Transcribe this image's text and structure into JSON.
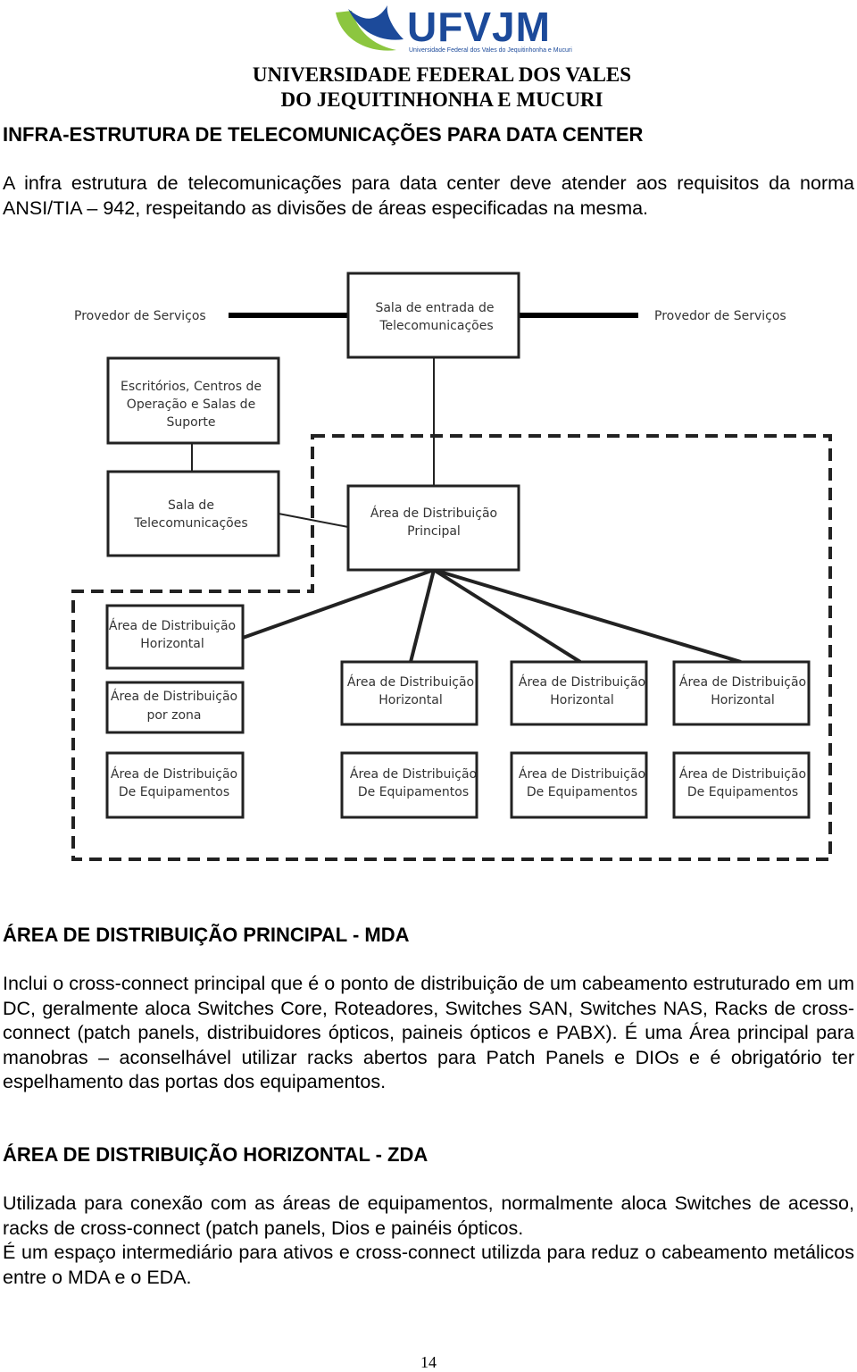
{
  "header": {
    "logo_text": "UFVJM",
    "logo_subtitle": "Universidade Federal dos Vales do Jequitinhonha e Mucuri",
    "institution_line1": "UNIVERSIDADE FEDERAL DOS VALES",
    "institution_line2": "DO JEQUITINHONHA E MUCURI",
    "colors": {
      "logo_blue": "#1c4a9a",
      "logo_green": "#8cc63f"
    }
  },
  "title": "INFRA-ESTRUTURA DE TELECOMUNICAÇÕES PARA DATA CENTER",
  "intro": "A infra estrutura de telecomunicações para data center deve atender aos requisitos da norma ANSI/TIA – 942, respeitando as divisões de áreas especificadas na mesma.",
  "diagram": {
    "provider_left": "Provedor de Serviços",
    "provider_right": "Provedor de Serviços",
    "entrance_room": [
      "Sala de entrada de",
      "Telecomunicações"
    ],
    "offices": [
      "Escritórios, Centros de",
      "Operação e Salas de",
      "Suporte"
    ],
    "telecom_room": [
      "Sala de",
      "Telecomunicações"
    ],
    "mda": [
      "Área de Distribuição",
      "Principal"
    ],
    "hda_left": [
      "Área de Distribuição",
      "Horizontal"
    ],
    "zda": [
      "Área de Distribuição",
      "por zona"
    ],
    "eda": [
      "Área de Distribuição",
      "De Equipamentos"
    ],
    "hda": [
      "Área de Distribuição",
      "Horizontal"
    ]
  },
  "sections": [
    {
      "heading": "ÁREA DE DISTRIBUIÇÃO PRINCIPAL - MDA",
      "paragraphs": [
        "Inclui o cross-connect principal que é o ponto de distribuição de um cabeamento estruturado em um DC, geralmente aloca Switches Core, Roteadores, Switches SAN, Switches NAS, Racks de cross-connect (patch panels, distribuidores ópticos, paineis ópticos e PABX). É uma Área principal para manobras – aconselhável utilizar racks abertos para Patch Panels e DIOs e é obrigatório ter espelhamento das portas dos equipamentos."
      ]
    },
    {
      "heading": "ÁREA DE DISTRIBUIÇÃO HORIZONTAL - ZDA",
      "paragraphs": [
        "Utilizada para conexão com as áreas de equipamentos, normalmente aloca Switches de acesso, racks de cross-connect (patch panels, Dios e painéis ópticos.",
        "É um espaço intermediário para ativos e cross-connect utilizda para reduz o cabeamento metálicos entre o MDA e o EDA."
      ]
    }
  ],
  "page_number": "14"
}
